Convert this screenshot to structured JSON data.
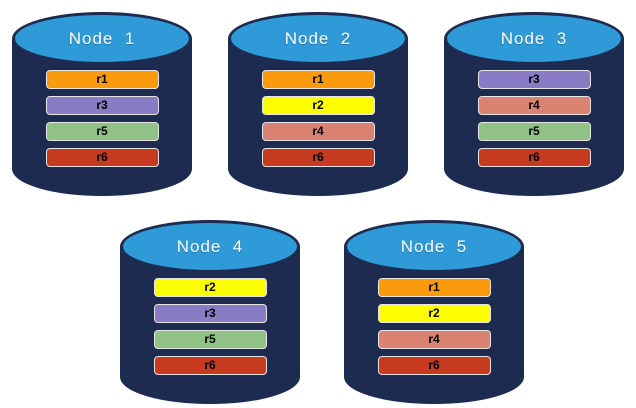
{
  "diagram": {
    "description": "Five database nodes each storing four replicas"
  },
  "colors": {
    "cylinder_body": "#1E2B50",
    "cylinder_top": "#2E9AD8",
    "title_text": "#FFFFFF",
    "bar_text": "#000000",
    "bar_border": "#E6E6E6",
    "replicas": {
      "r1": "#F99B0C",
      "r2": "#FDFF00",
      "r3": "#8A7CC4",
      "r4": "#DB8373",
      "r5": "#90C185",
      "r6": "#C63A20"
    }
  },
  "nodes": [
    {
      "title": "Node  1",
      "replicas": [
        "r1",
        "r3",
        "r5",
        "r6"
      ]
    },
    {
      "title": "Node  2",
      "replicas": [
        "r1",
        "r2",
        "r4",
        "r6"
      ]
    },
    {
      "title": "Node  3",
      "replicas": [
        "r3",
        "r4",
        "r5",
        "r6"
      ]
    },
    {
      "title": "Node  4",
      "replicas": [
        "r2",
        "r3",
        "r5",
        "r6"
      ]
    },
    {
      "title": "Node  5",
      "replicas": [
        "r1",
        "r2",
        "r4",
        "r6"
      ]
    }
  ]
}
